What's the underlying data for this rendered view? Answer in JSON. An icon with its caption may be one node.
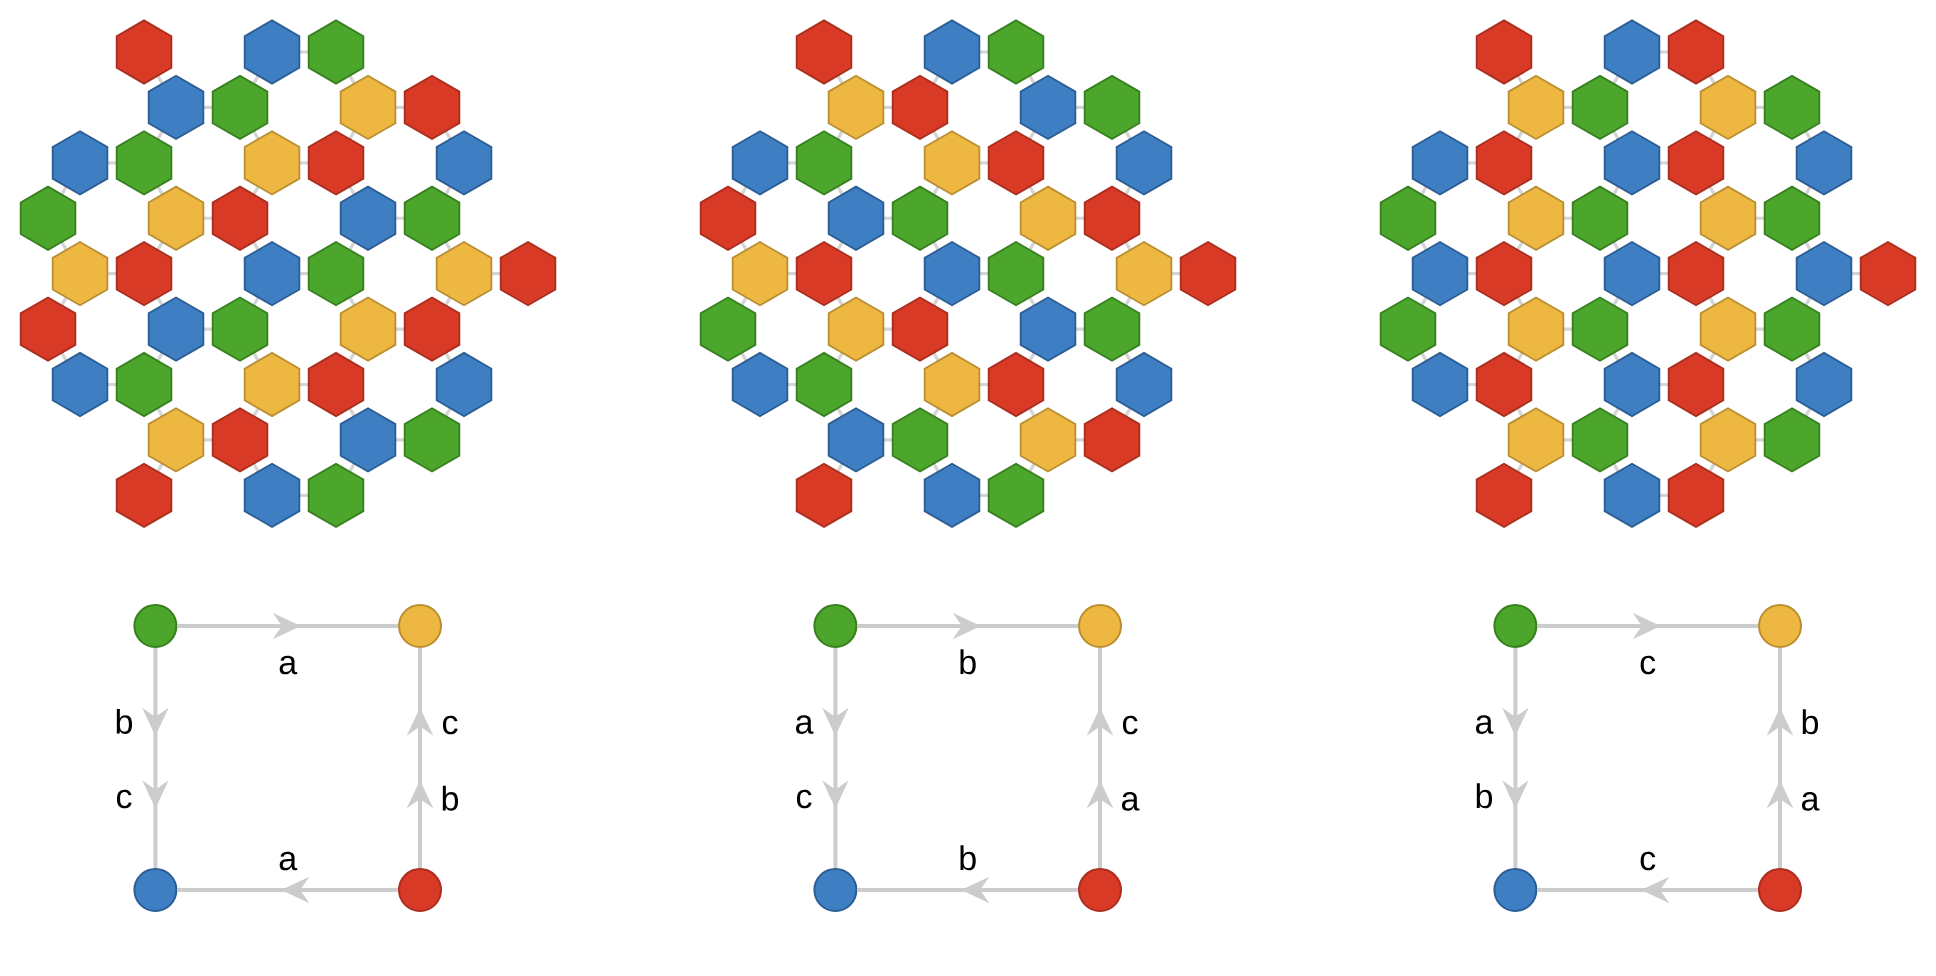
{
  "diagram": {
    "nodes": [
      {
        "text": [],
        "shape": "circle"
      },
      {
        "text": [],
        "shape": "circle"
      },
      {
        "text": [],
        "shape": "circle"
      },
      {
        "text": [],
        "shape": "circle"
      },
      {
        "text": [],
        "shape": "circle"
      },
      {
        "text": [],
        "shape": "circle"
      },
      {
        "text": [],
        "shape": "circle"
      },
      {
        "text": [],
        "shape": "circle"
      },
      {
        "text": [],
        "shape": "circle"
      },
      {
        "text": [],
        "shape": "circle"
      },
      {
        "text": [],
        "shape": "circle"
      },
      {
        "text": [],
        "shape": "circle"
      }
    ],
    "edges": [
      {
        "from": 0,
        "to": 1,
        "arrow": "to",
        "label": "a"
      },
      {
        "from": 0,
        "to": 2,
        "arrow": "to",
        "label": "b"
      },
      {
        "from": 3,
        "to": 1,
        "arrow": "to",
        "label": "b"
      },
      {
        "from": 3,
        "to": 2,
        "arrow": "to",
        "label": "a"
      },
      {
        "from": 4,
        "to": 5,
        "arrow": "to",
        "label": "b"
      },
      {
        "from": 4,
        "to": 6,
        "arrow": "to",
        "label": "a"
      },
      {
        "from": 7,
        "to": 5,
        "arrow": "to",
        "label": "a"
      },
      {
        "from": 7,
        "to": 6,
        "arrow": "to",
        "label": "b"
      },
      {
        "from": 8,
        "to": 9,
        "arrow": "to",
        "label": "c"
      },
      {
        "from": 8,
        "to": 10,
        "arrow": "to",
        "label": "a"
      },
      {
        "from": 11,
        "to": 9,
        "arrow": "to",
        "label": "a"
      },
      {
        "from": 11,
        "to": 10,
        "arrow": "to",
        "label": "c"
      }
    ],
    "labels": [
      "c",
      "c",
      "c",
      "c",
      "b",
      "b"
    ]
  }
}
